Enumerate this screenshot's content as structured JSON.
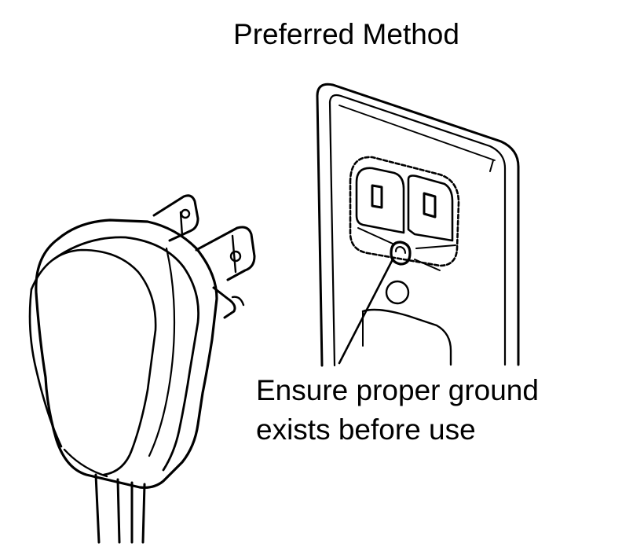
{
  "title": "Preferred Method",
  "caption": {
    "line1": "Ensure proper ground",
    "line2": "exists before use"
  }
}
